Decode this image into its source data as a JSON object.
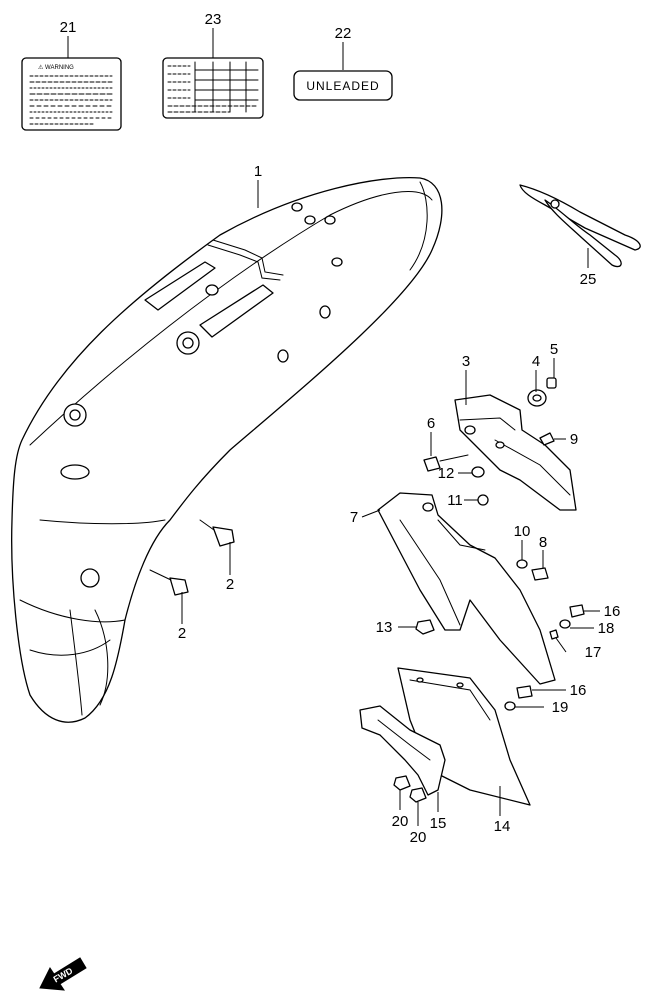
{
  "labels": {
    "warning_label_text": "⚠ WARNING",
    "unleaded_label_text": "UNLEADED",
    "fwd_text": "FWD"
  },
  "callouts": [
    {
      "id": "c21a",
      "text": "21"
    },
    {
      "id": "c23",
      "text": "23"
    },
    {
      "id": "c22",
      "text": "22"
    },
    {
      "id": "c1",
      "text": "1"
    },
    {
      "id": "c25",
      "text": "25"
    },
    {
      "id": "c3",
      "text": "3"
    },
    {
      "id": "c4",
      "text": "4"
    },
    {
      "id": "c5",
      "text": "5"
    },
    {
      "id": "c6",
      "text": "6"
    },
    {
      "id": "c9",
      "text": "9"
    },
    {
      "id": "c12",
      "text": "12"
    },
    {
      "id": "c11",
      "text": "11"
    },
    {
      "id": "c7",
      "text": "7"
    },
    {
      "id": "c10",
      "text": "10"
    },
    {
      "id": "c8",
      "text": "8"
    },
    {
      "id": "c2a",
      "text": "2"
    },
    {
      "id": "c2b",
      "text": "2"
    },
    {
      "id": "c13",
      "text": "13"
    },
    {
      "id": "c16a",
      "text": "16"
    },
    {
      "id": "c18",
      "text": "18"
    },
    {
      "id": "c17",
      "text": "17"
    },
    {
      "id": "c16b",
      "text": "16"
    },
    {
      "id": "c19",
      "text": "19"
    },
    {
      "id": "c20a",
      "text": "20"
    },
    {
      "id": "c20b",
      "text": "20"
    },
    {
      "id": "c15",
      "text": "15"
    },
    {
      "id": "c14",
      "text": "14"
    }
  ]
}
